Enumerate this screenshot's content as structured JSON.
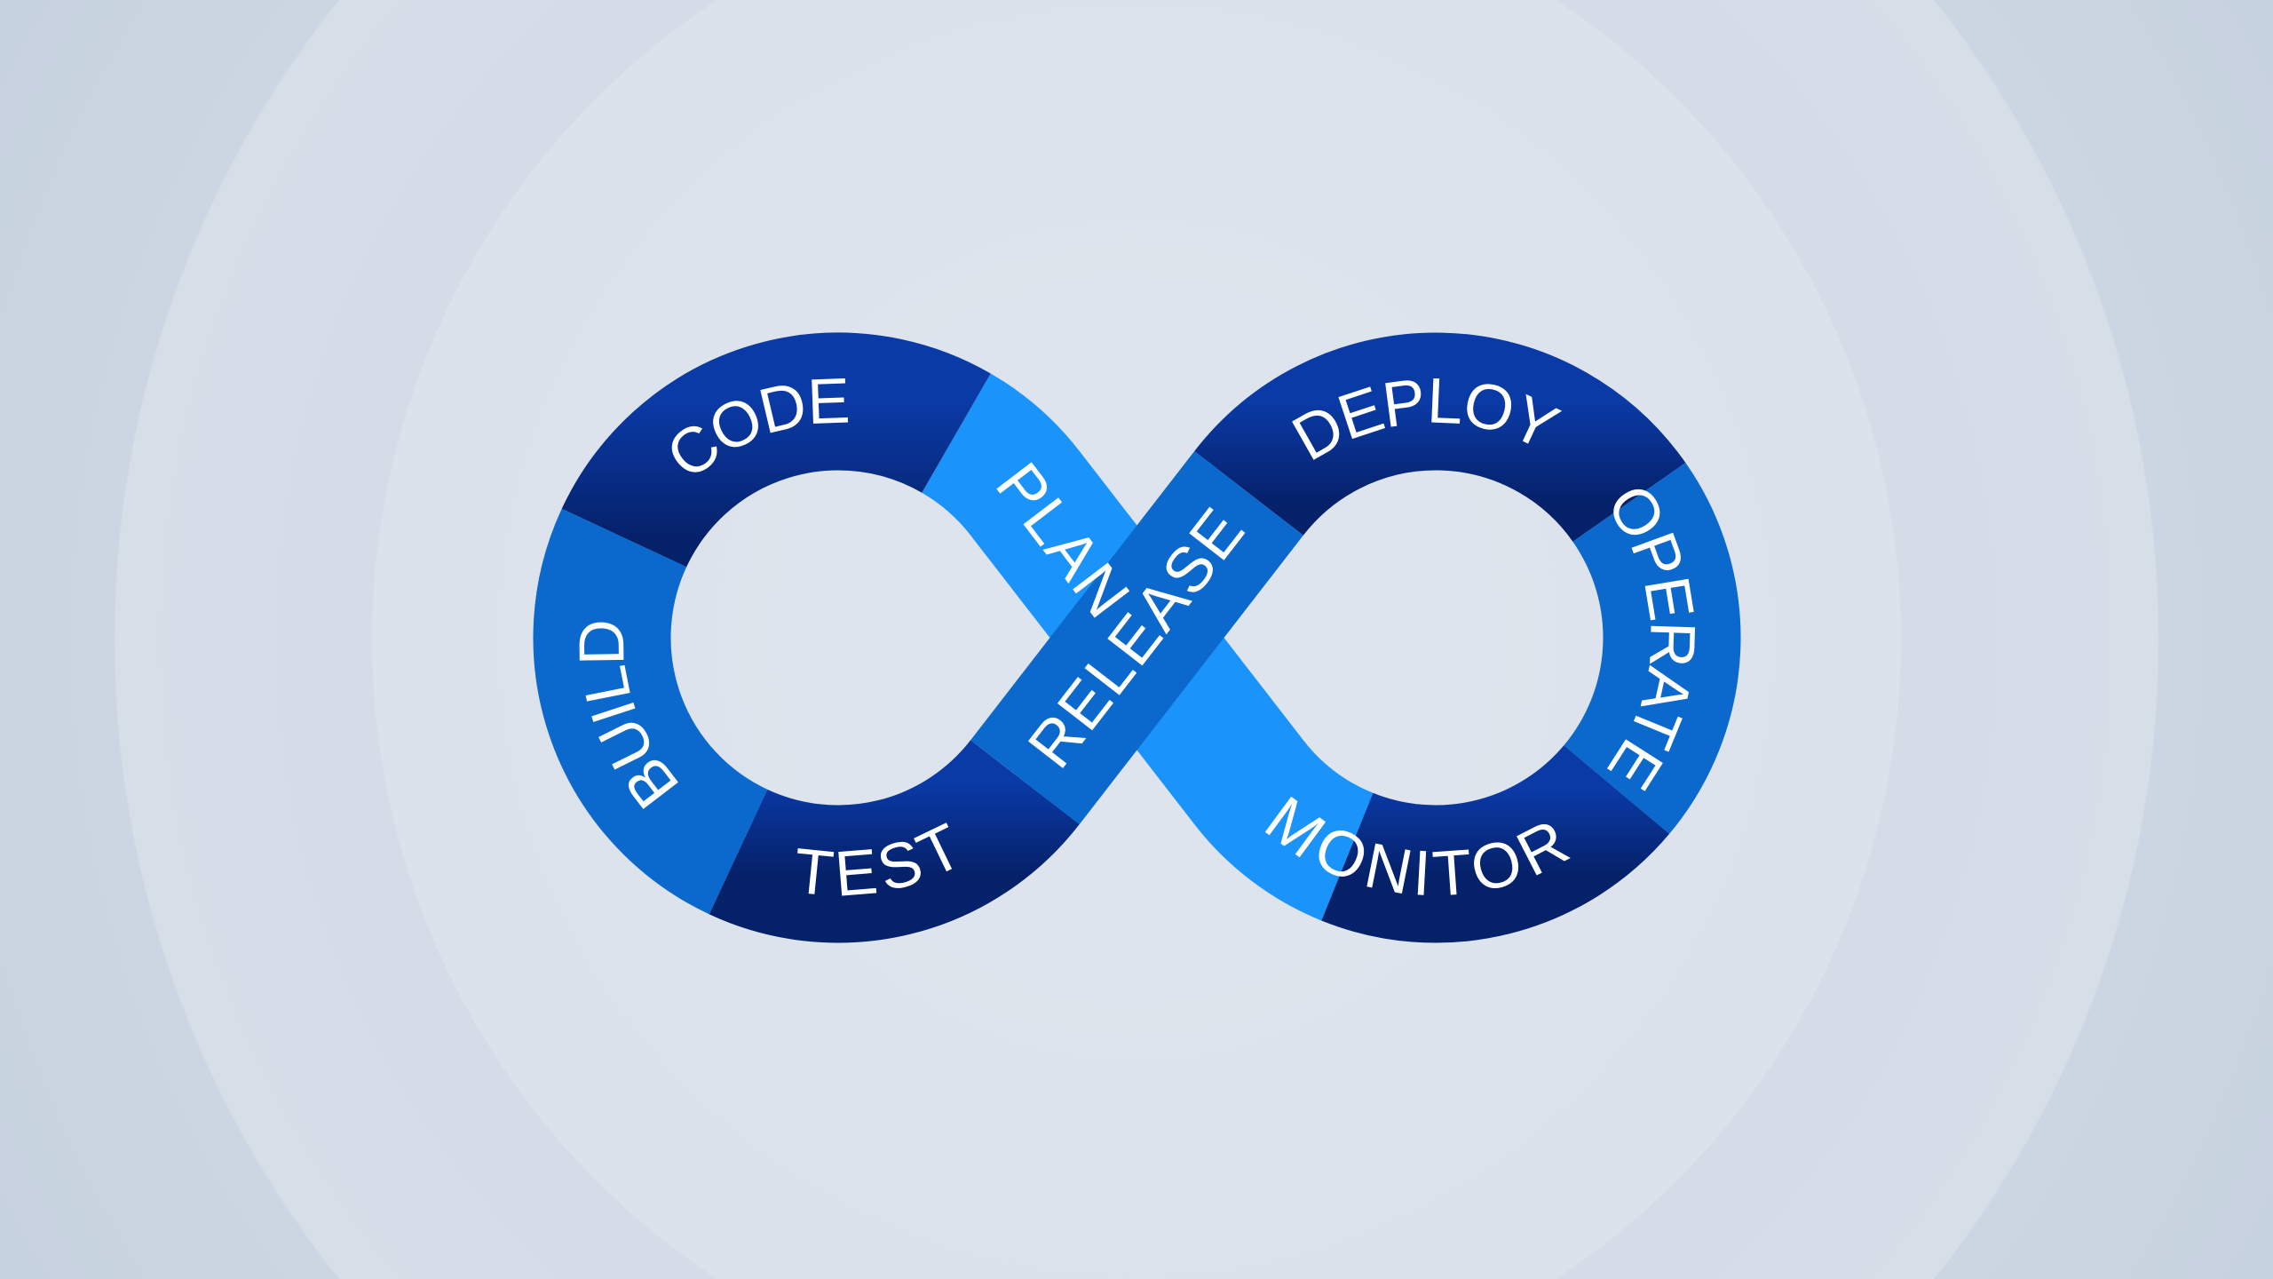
{
  "diagram": {
    "title": "DevOps infinity loop",
    "stages": [
      {
        "id": "plan",
        "label": "PLAN",
        "color": "#1a93fa"
      },
      {
        "id": "code",
        "label": "CODE",
        "color": "dark"
      },
      {
        "id": "build",
        "label": "BUILD",
        "color": "#0b69cd"
      },
      {
        "id": "test",
        "label": "TEST",
        "color": "dark"
      },
      {
        "id": "release",
        "label": "RELEASE",
        "color": "#0b69cd"
      },
      {
        "id": "deploy",
        "label": "DEPLOY",
        "color": "dark"
      },
      {
        "id": "operate",
        "label": "OPERATE",
        "color": "#0b69cd"
      },
      {
        "id": "monitor",
        "label": "MONITOR",
        "color": "dark"
      }
    ],
    "colors": {
      "dark_top": "#0a3aa6",
      "dark_bottom": "#05216a",
      "light": "#1a93fa",
      "mid": "#0b69cd",
      "text": "#ffffff"
    }
  }
}
